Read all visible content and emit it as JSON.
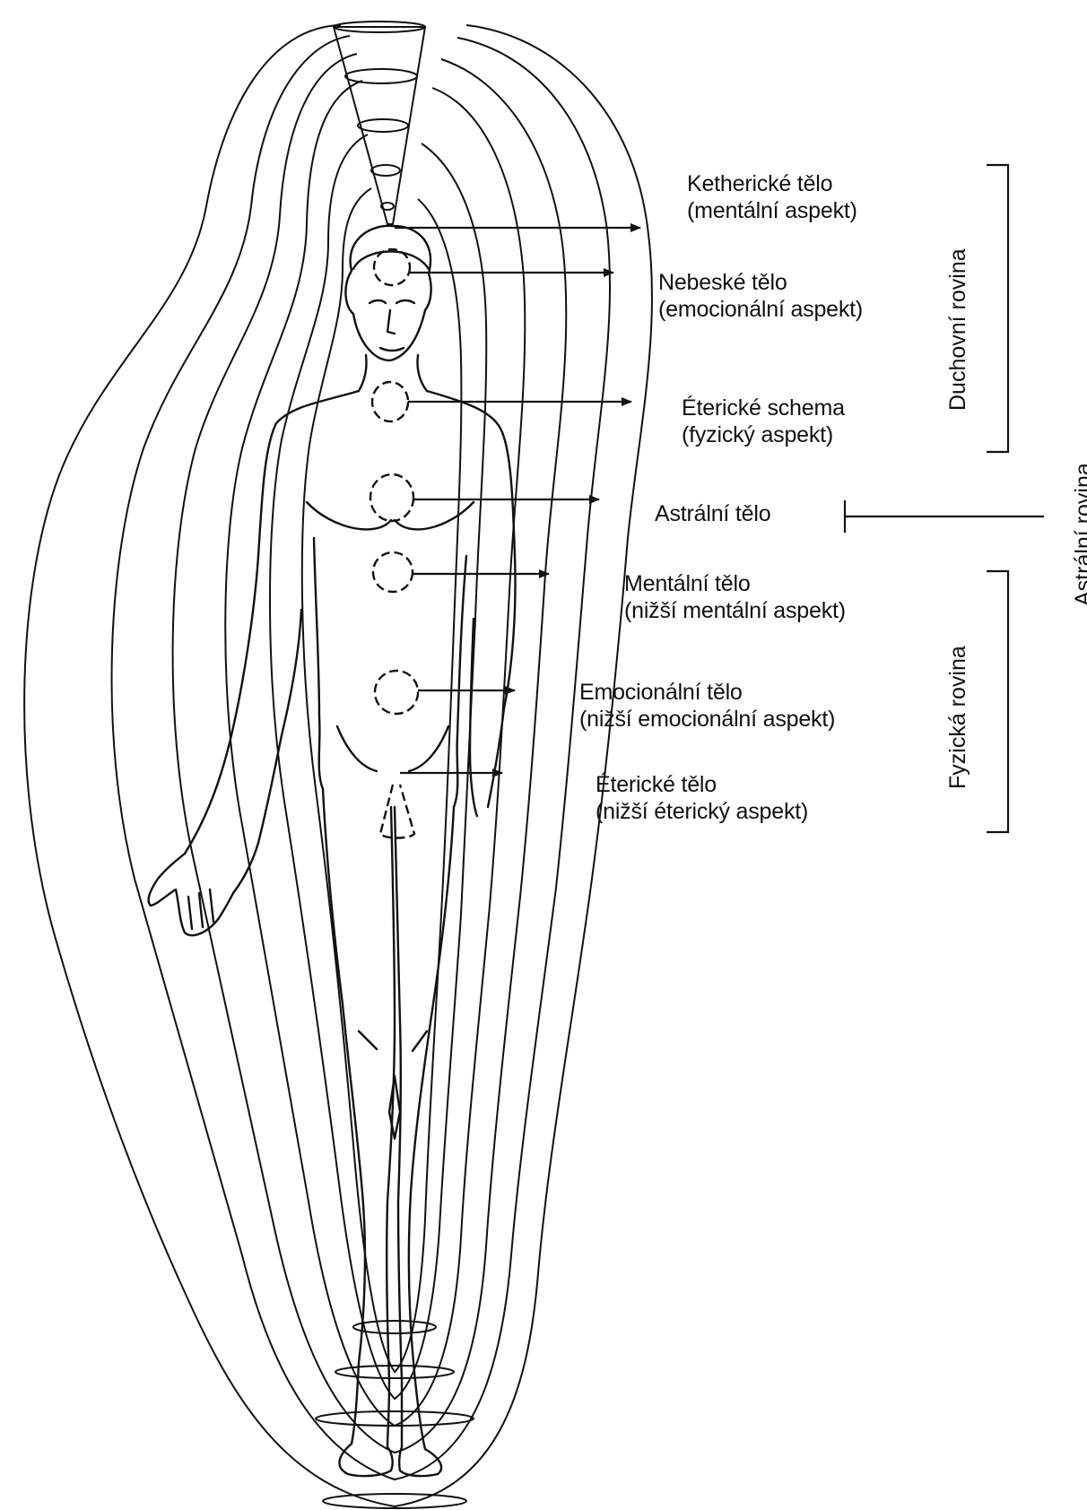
{
  "labels": [
    {
      "name": "ketheric-body",
      "line1": "Ketherické tělo",
      "line2": "(mentální aspekt)"
    },
    {
      "name": "celestial-body",
      "line1": "Nebeské tělo",
      "line2": "(emocionální aspekt)"
    },
    {
      "name": "etheric-template",
      "line1": "Éterické schema",
      "line2": "(fyzický aspekt)"
    },
    {
      "name": "astral-body",
      "line1": "Astrální tělo",
      "line2": ""
    },
    {
      "name": "mental-body",
      "line1": "Mentální tělo",
      "line2": "(nižší mentální aspekt)"
    },
    {
      "name": "emotional-body",
      "line1": "Emocionální tělo",
      "line2": "(nižší emocionální aspekt)"
    },
    {
      "name": "etheric-body",
      "line1": "Éterické tělo",
      "line2": "(nižší éterický aspekt)"
    }
  ],
  "planes": {
    "spiritual": "Duchovní rovina",
    "astral": "Astrální rovina",
    "physical": "Fyzická rovina"
  }
}
